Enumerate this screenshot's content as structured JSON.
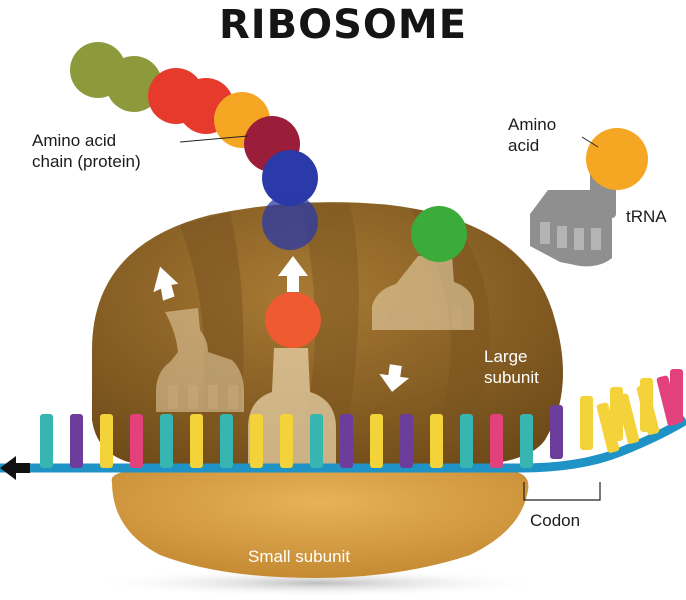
{
  "title": "RIBOSOME",
  "labels": {
    "amino_acid_chain": [
      "Amino acid",
      "chain (protein)"
    ],
    "amino_acid": [
      "Amino",
      "acid"
    ],
    "trna": "tRNA",
    "large_subunit": [
      "Large",
      "subunit"
    ],
    "small_subunit": "Small subunit",
    "codon": "Codon"
  },
  "colors": {
    "large_subunit": "#8c6224",
    "small_subunit": "#d39a40",
    "mrna_backbone": "#1f93c5",
    "trna_ghost": "#e8d2a8",
    "free_trna": "#8f8f8f",
    "amino_yellow": "#f5a623",
    "amino_red": "#e63a2c",
    "amino_olive": "#8c9a3c",
    "amino_maroon": "#9a1e3a",
    "amino_blue": "#2a3aa8",
    "amino_green": "#3bab3a",
    "amino_orange": "#ef5a30"
  },
  "protein_chain_colors": [
    "olive",
    "olive",
    "red",
    "red",
    "yellow",
    "maroon",
    "blue",
    "blue"
  ],
  "nucleotide_colors": [
    "teal",
    "purple",
    "yellow",
    "pink",
    "teal",
    "yellow",
    "teal",
    "yellow",
    "yellow",
    "teal",
    "purple",
    "yellow",
    "purple",
    "yellow",
    "teal",
    "pink",
    "teal",
    "purple",
    "yellow",
    "yellow",
    "yellow",
    "pink"
  ],
  "icons": [
    "arrow-up-icon",
    "arrow-up-icon",
    "arrow-down-icon",
    "arrow-left-icon"
  ]
}
